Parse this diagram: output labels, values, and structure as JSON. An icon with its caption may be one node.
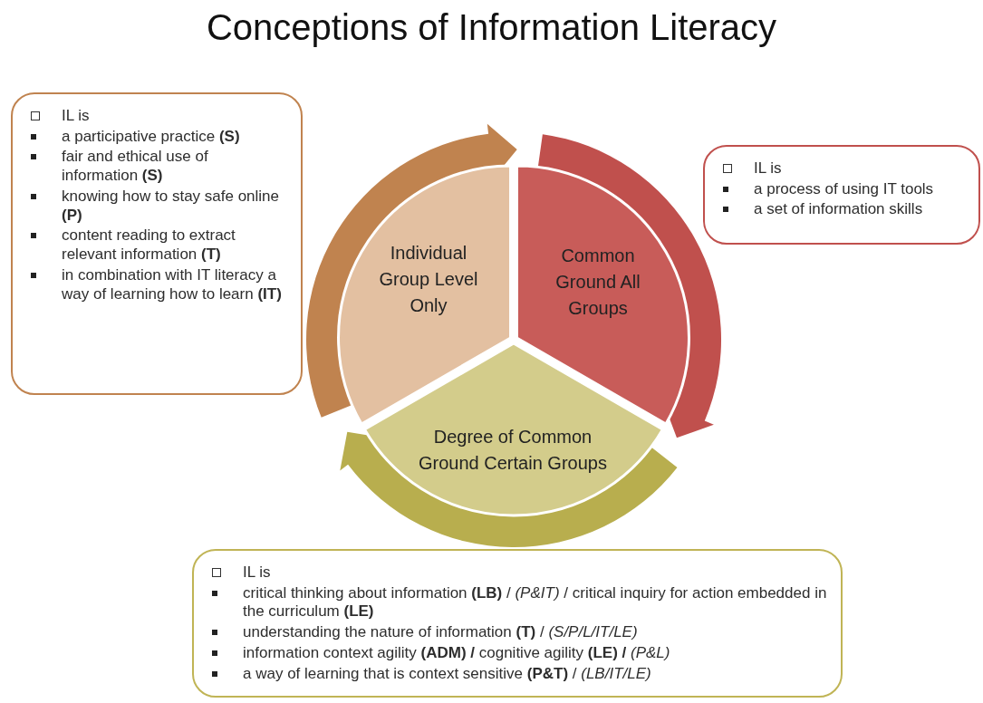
{
  "diagram": {
    "title": "Conceptions of Information Literacy",
    "nodes": [
      {
        "text": [
          "IL is",
          "a participative practice **(S)**",
          "fair and ethical use of information **(S)**",
          "knowing how to stay safe online **(P)**",
          "content reading to extract relevant information **(T)**",
          "in combination with IT literacy a way of learning how to learn **(IT)**"
        ]
      },
      {
        "text": [
          "Individual Group Level Only"
        ]
      },
      {
        "text": [
          "Common Ground All Groups"
        ]
      },
      {
        "text": [
          "IL is",
          "a process of using IT tools",
          "a set of  information skills"
        ]
      },
      {
        "text": [
          "Degree of Common Ground Certain Groups"
        ]
      },
      {
        "text": [
          "IL is",
          "critical thinking about information **(LB)** / *(P&IT)* / critical inquiry for action embedded in the curriculum **(LE)**",
          "understanding the nature of information **(T)** / *(S/P/L/IT/LE)*",
          "information context agility **(ADM) /** cognitive agility **(LE) /** *(P&L)*",
          "a way of learning that is context sensitive **(P&T)** / *(LB/IT/LE)*"
        ]
      }
    ],
    "edges": [
      {
        "from": 1,
        "to": 2,
        "arrow": "to",
        "color": "#c0834f"
      },
      {
        "from": 2,
        "to": 4,
        "arrow": "to",
        "color": "#c0504d"
      },
      {
        "from": 4,
        "to": 1,
        "arrow": "to",
        "color": "#b8ae4e"
      }
    ]
  }
}
